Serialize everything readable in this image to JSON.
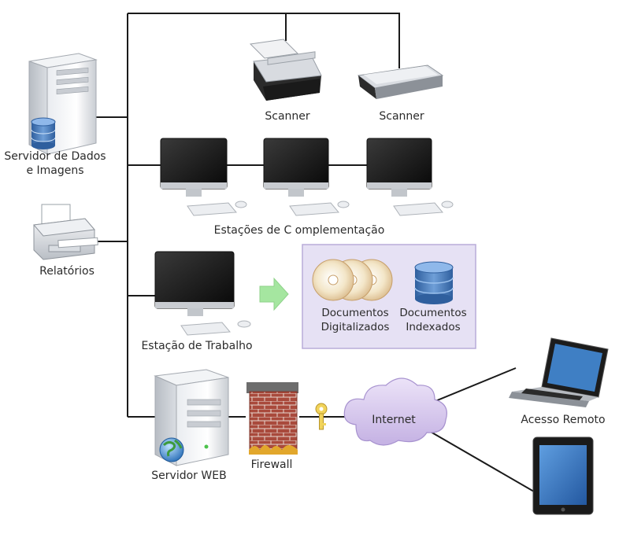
{
  "nodes": {
    "data_server": {
      "label_line1": "Servidor de Dados",
      "label_line2": "e Imagens"
    },
    "reports": {
      "label": "Relatórios"
    },
    "scanner_1": {
      "label": "Scanner"
    },
    "scanner_2": {
      "label": "Scanner"
    },
    "complement_stations": {
      "label": "Estações de C omplementação"
    },
    "work_station": {
      "label": "Estação de Trabalho"
    },
    "scanned_docs": {
      "label_line1": "Documentos",
      "label_line2": "Digitalizados"
    },
    "indexed_docs": {
      "label_line1": "Documentos",
      "label_line2": "Indexados"
    },
    "web_server": {
      "label": "Servidor WEB"
    },
    "firewall": {
      "label": "Firewall"
    },
    "internet": {
      "label": "Internet"
    },
    "remote_access": {
      "label": "Acesso Remoto"
    }
  },
  "colors": {
    "line": "#1a1a1a",
    "docs_panel_fill": "#e6e1f4",
    "docs_panel_border": "#b8acd8",
    "cloud": "#d7c8ee",
    "arrow": "#9fe49a",
    "screen_blue": "#3f7fc4",
    "brick": "#a94a3c"
  },
  "icons": [
    "server-icon",
    "database-icon",
    "printer-icon",
    "scanner-icon",
    "monitor-icon",
    "keyboard-icon",
    "mouse-icon",
    "cd-icon",
    "arrow-icon",
    "globe-icon",
    "firewall-icon",
    "key-icon",
    "cloud-icon",
    "laptop-icon",
    "tablet-icon"
  ]
}
